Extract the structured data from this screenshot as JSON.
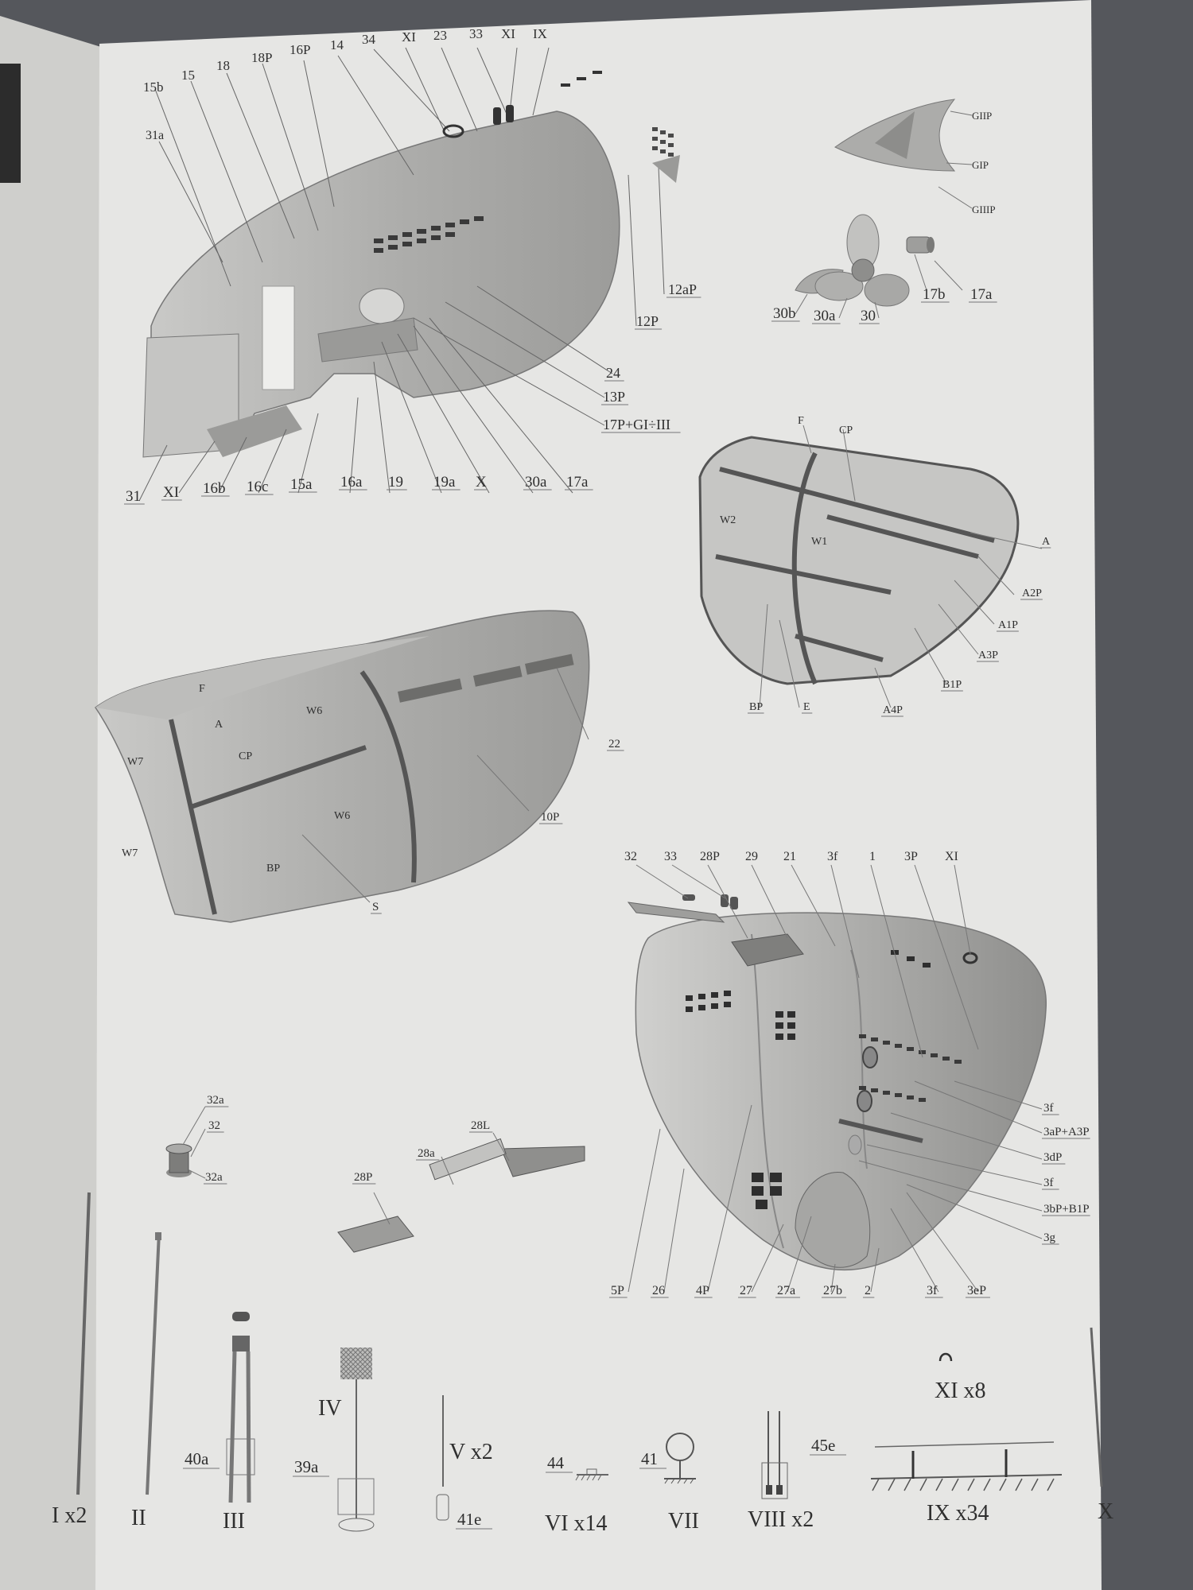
{
  "colors": {
    "paper": "#e6e6e4",
    "background": "#55575c",
    "part_fill": "#b9b9b7",
    "part_dark": "#8c8c8a",
    "ink": "#2f2f2f"
  },
  "stern_labels": [
    "15b",
    "15",
    "18",
    "18P",
    "16P",
    "14",
    "34",
    "XI",
    "23",
    "33",
    "XI",
    "IX",
    "31a",
    "12aP",
    "12P",
    "24",
    "13P",
    "17P+GI÷III",
    "31",
    "XI",
    "16b",
    "16c",
    "15a",
    "16a",
    "19",
    "19a",
    "X",
    "30a",
    "17a"
  ],
  "rudder_labels": [
    "GIIP",
    "GIP",
    "GIIIP"
  ],
  "propeller_labels": [
    "17b",
    "17a",
    "30b",
    "30a",
    "30"
  ],
  "frame_labels": {
    "top": [
      "F",
      "CP"
    ],
    "inside": [
      "W2",
      "W1"
    ],
    "right": [
      "A",
      "A2P",
      "A1P",
      "A3P",
      "B1P"
    ],
    "bottom": [
      "BP",
      "E",
      "A4P"
    ]
  },
  "hull_mid": {
    "inside": [
      "F",
      "A",
      "W6",
      "CP",
      "W7",
      "W6",
      "W7",
      "BP"
    ],
    "callouts": [
      "22",
      "10P",
      "S"
    ]
  },
  "bow": {
    "top_labels": [
      "32",
      "33",
      "28P",
      "29",
      "21",
      "3f",
      "1",
      "3P",
      "XI"
    ],
    "right_labels": [
      "3f",
      "3aP+A3P",
      "3dP",
      "3f",
      "3bP+B1P",
      "3g"
    ],
    "bottom_labels": [
      "5P",
      "26",
      "4P",
      "27",
      "27a",
      "27b",
      "2",
      "3f",
      "3eP"
    ]
  },
  "bollard_labels": [
    "32a",
    "32",
    "32a"
  ],
  "hatch_labels": [
    "28L",
    "28a",
    "28P"
  ],
  "fittings": [
    {
      "name": "I x2",
      "sub": ""
    },
    {
      "name": "II",
      "sub": ""
    },
    {
      "name": "III",
      "sub": "40a"
    },
    {
      "name": "IV",
      "sub": "39a"
    },
    {
      "name": "V x2",
      "sub": "41e"
    },
    {
      "name": "VI x14",
      "sub": "44"
    },
    {
      "name": "VII",
      "sub": "41"
    },
    {
      "name": "VIII x2",
      "sub": "45e"
    },
    {
      "name": "XI x8",
      "sub": ""
    },
    {
      "name": "IX x34",
      "sub": ""
    },
    {
      "name": "X",
      "sub": ""
    }
  ]
}
